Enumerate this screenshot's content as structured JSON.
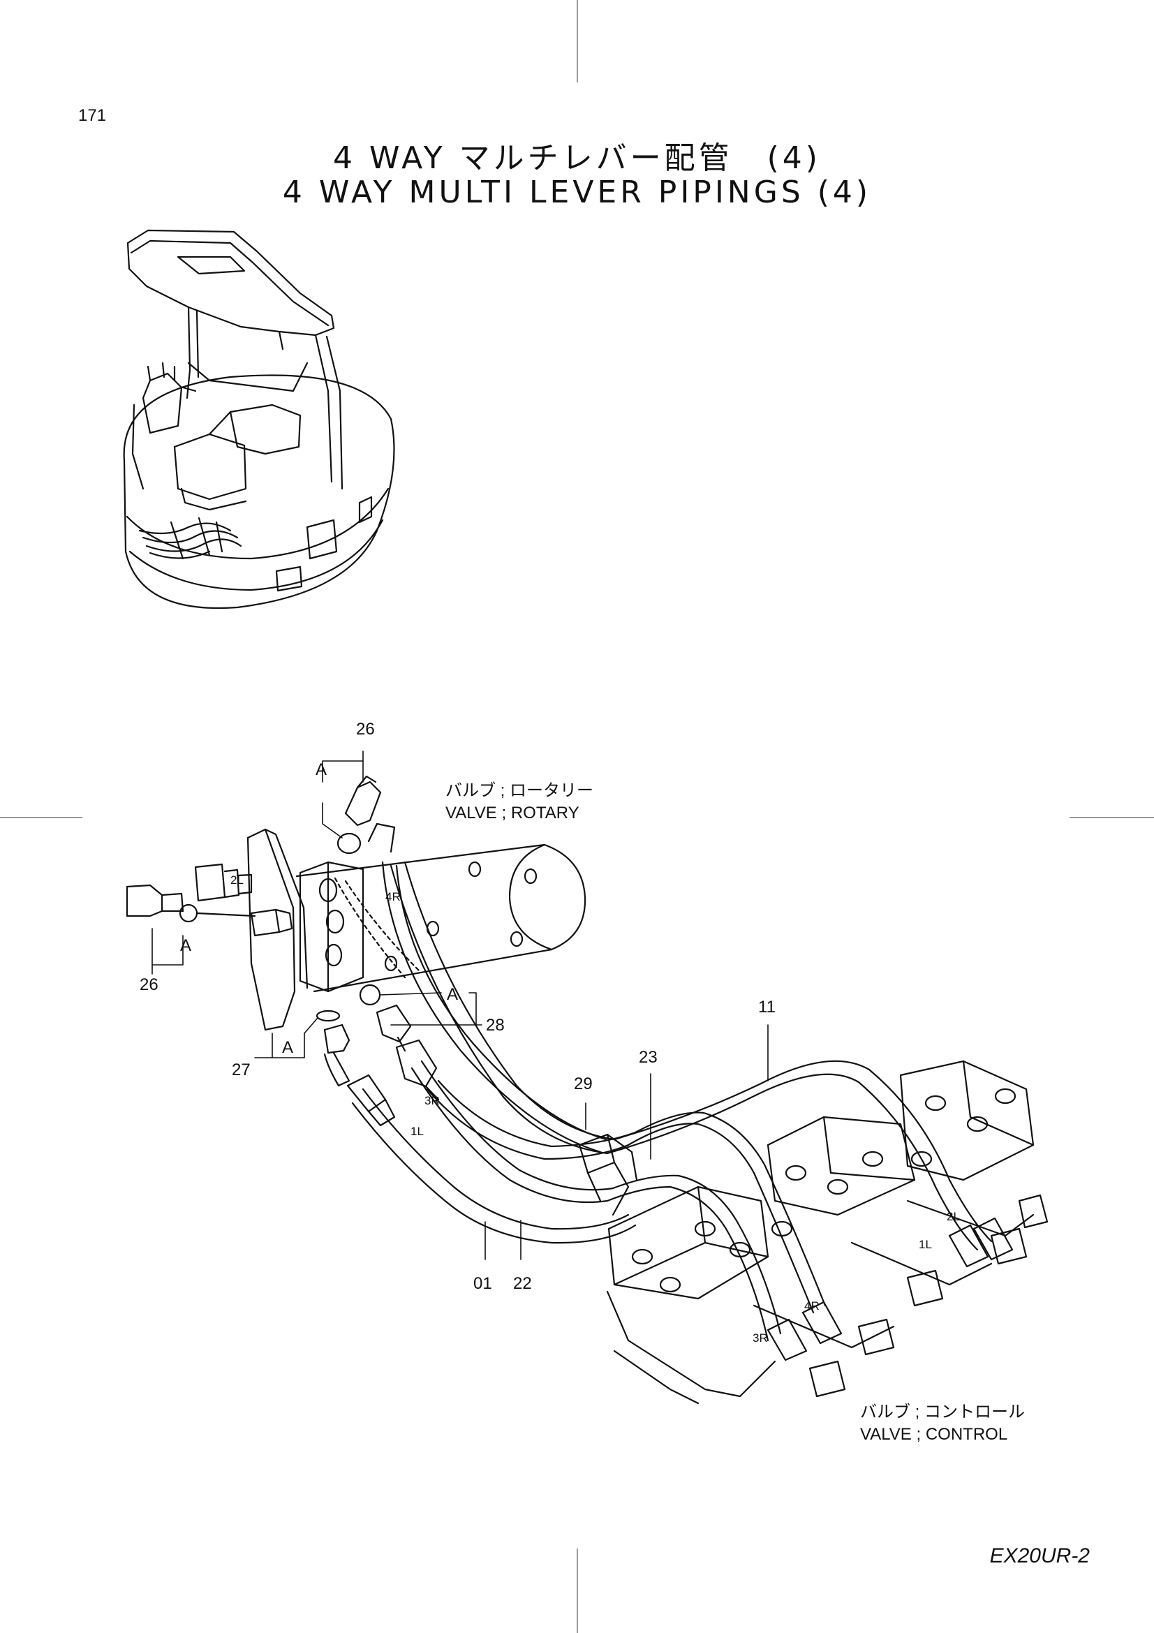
{
  "page_number": "171",
  "title_jp": "4 WAY マルチレバー配管　(4)",
  "title_en": "4 WAY MULTI LEVER PIPINGS (4)",
  "model": "EX20UR-2",
  "labels": {
    "valve_rotary_jp": "バルブ ; ロータリー",
    "valve_rotary_en": "VALVE ; ROTARY",
    "valve_control_jp": "バルブ ; コントロール",
    "valve_control_en": "VALVE ; CONTROL"
  },
  "callouts": {
    "c26_top": "26",
    "c26_left": "26",
    "c27": "27",
    "c28": "28",
    "c29": "29",
    "c23": "23",
    "c11": "11",
    "c01": "01",
    "c22": "22",
    "a1": "A",
    "a2": "A",
    "a3": "A",
    "a4": "A"
  },
  "port_tags": {
    "p2l_rot": "2L",
    "p4r_rot": "4R",
    "p3r_rot": "3R",
    "p1l_rot": "1L",
    "p2l_ctl": "2L",
    "p1l_ctl": "1L",
    "p4r_ctl": "4R",
    "p3r_ctl": "3R"
  }
}
